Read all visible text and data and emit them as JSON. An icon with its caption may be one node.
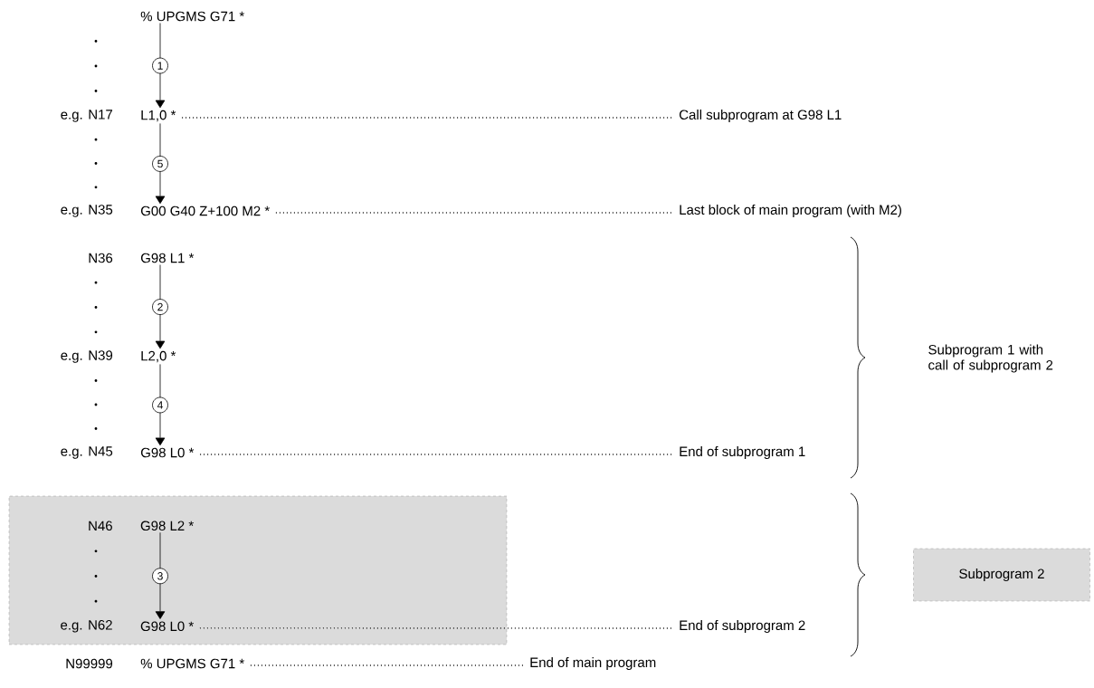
{
  "diagram": {
    "nodes": [
      {
        "text": [
          "% UPGMS G71 *"
        ]
      },
      {
        "text": [
          "L1,0 *"
        ],
        "beside": [
          "e.g. N17"
        ]
      },
      {
        "text": [
          "Call subprogram at G98 L1"
        ]
      },
      {
        "text": [
          "G00 G40 Z+100 M2 *"
        ],
        "beside": [
          "e.g. N35"
        ]
      },
      {
        "text": [
          "Last block of main program (with M2)"
        ]
      },
      {
        "text": [
          "G98 L1 *"
        ],
        "beside": [
          "N36"
        ]
      },
      {
        "text": [
          "L2,0 *"
        ],
        "beside": [
          "e.g. N39"
        ]
      },
      {
        "text": [
          "G98 L0 *"
        ],
        "beside": [
          "e.g. N45"
        ]
      },
      {
        "text": [
          "End of subprogram 1"
        ]
      },
      {
        "text": [],
        "shape": "box"
      },
      {
        "text": [
          "G98 L2 *"
        ],
        "beside": [
          "N46"
        ],
        "in": 9
      },
      {
        "text": [
          "G98 L0 *"
        ],
        "beside": [
          "e.g. N62"
        ],
        "in": 9
      },
      {
        "text": [
          "End of subprogram 2"
        ]
      },
      {
        "text": [
          "% UPGMS G71 *"
        ],
        "beside": [
          "N99999"
        ]
      },
      {
        "text": [
          "End of main program"
        ]
      },
      {
        "text": [
          "Subprogram 2"
        ]
      }
    ],
    "edges": [
      {
        "from": 0,
        "to": 1,
        "arrow": "to",
        "label": "1"
      },
      {
        "from": 1,
        "to": 2,
        "arrow": "none",
        "style": "dashed"
      },
      {
        "from": 1,
        "to": 3,
        "arrow": "to",
        "label": "5"
      },
      {
        "from": 3,
        "to": 4,
        "arrow": "none",
        "style": "dashed"
      },
      {
        "from": 5,
        "to": 6,
        "arrow": "to",
        "label": "2"
      },
      {
        "from": 6,
        "to": 7,
        "arrow": "to",
        "label": "4"
      },
      {
        "from": 7,
        "to": 8,
        "arrow": "none",
        "style": "dashed"
      },
      {
        "from": 10,
        "to": 11,
        "arrow": "to",
        "label": "3"
      },
      {
        "from": 11,
        "to": 12,
        "arrow": "none",
        "style": "dashed"
      },
      {
        "from": 13,
        "to": 14,
        "arrow": "none",
        "style": "dashed"
      }
    ],
    "labels": [
      "Subprogram 1 with call of subprogram 2"
    ]
  }
}
